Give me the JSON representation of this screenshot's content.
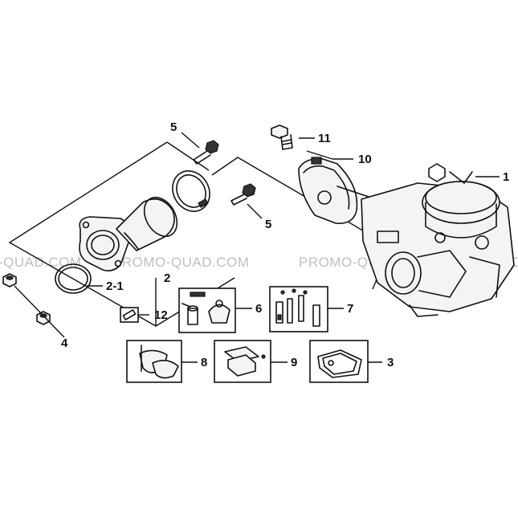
{
  "watermark": {
    "left": "-QUAD.COM",
    "center": "PROMO-QUAD.COM",
    "right": "PROMO-QUAD.COM",
    "far_right": "PRO"
  },
  "callouts": {
    "p1": "1",
    "p2": "2",
    "p2_1": "2-1",
    "p3": "3",
    "p4": "4",
    "p5_top": "5",
    "p5_right": "5",
    "p6": "6",
    "p7": "7",
    "p8": "8",
    "p9": "9",
    "p10": "10",
    "p11": "11",
    "p12": "12"
  }
}
